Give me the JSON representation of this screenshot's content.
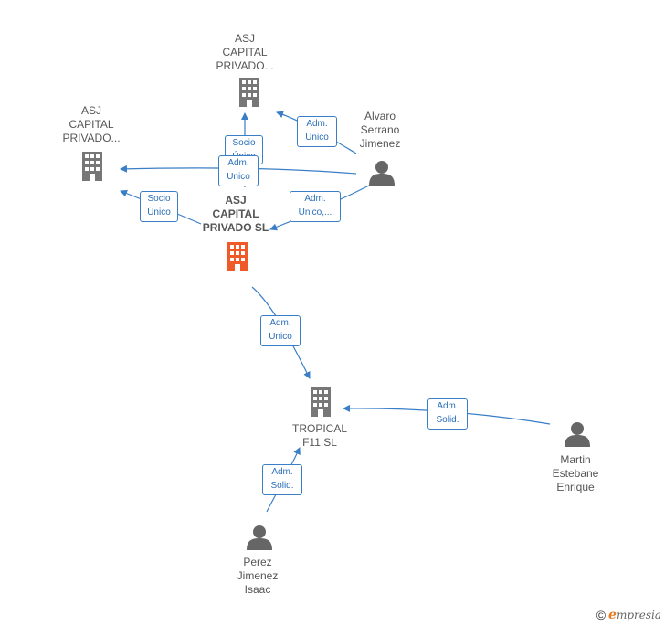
{
  "nodes": {
    "asj_top": {
      "label": "ASJ\nCAPITAL\nPRIVADO..."
    },
    "asj_left": {
      "label": "ASJ\nCAPITAL\nPRIVADO..."
    },
    "asj_main": {
      "label": "ASJ\nCAPITAL\nPRIVADO  SL"
    },
    "alvaro": {
      "label": "Alvaro\nSerrano\nJimenez"
    },
    "tropical": {
      "label": "TROPICAL\nF11  SL"
    },
    "martin": {
      "label": "Martin\nEstebane\nEnrique"
    },
    "perez": {
      "label": "Perez\nJimenez\nIsaac"
    }
  },
  "edges": {
    "e1": "Socio\nÚnico",
    "e2": "Adm.\nUnico",
    "e3": "Adm.\nUnico",
    "e4": "Socio\nÚnico",
    "e5": "Adm.\nUnico,...",
    "e6": "Adm.\nUnico",
    "e7": "Adm.\nSolid.",
    "e8": "Adm.\nSolid."
  },
  "colors": {
    "edge": "#3a7fc6",
    "company": "#777777",
    "highlight": "#f05a28",
    "person": "#666666"
  },
  "footer": {
    "copyright_symbol": "©",
    "brand_initial": "e",
    "brand_rest": "mpresia"
  }
}
